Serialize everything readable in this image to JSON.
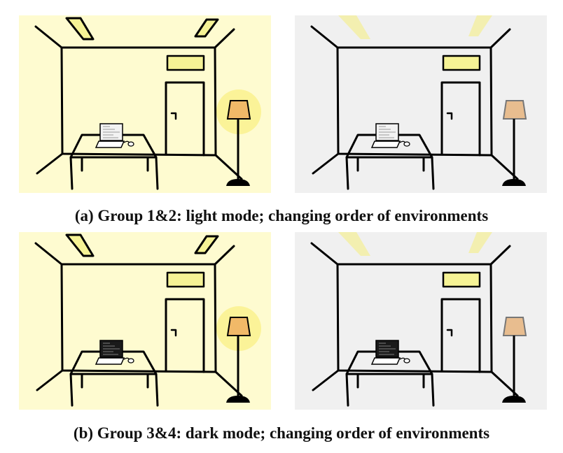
{
  "captions": {
    "a": "(a) Group 1&2: light mode; changing order of environments",
    "b": "(b) Group 3&4: dark mode; changing order of environments"
  },
  "colors": {
    "warm_background": "#fefbd0",
    "neutral_background": "#f0f0f0",
    "ceiling_light_fill": "#f6f395",
    "ceiling_light_fill_dim": "#f3efb0",
    "lamp_shade": "#f1b968",
    "lamp_shade_dim": "#e8bd8f",
    "lamp_glow": "#f9f085",
    "screen_light": "#f2f2f2",
    "screen_dark": "#1a1a1a",
    "line": "#000000"
  },
  "panels": [
    {
      "id": "a-left",
      "environment": "warm",
      "screen_mode": "light",
      "lamp_on": true
    },
    {
      "id": "a-right",
      "environment": "neutral",
      "screen_mode": "light",
      "lamp_on": false
    },
    {
      "id": "b-left",
      "environment": "warm",
      "screen_mode": "dark",
      "lamp_on": true
    },
    {
      "id": "b-right",
      "environment": "neutral",
      "screen_mode": "dark",
      "lamp_on": false
    }
  ]
}
